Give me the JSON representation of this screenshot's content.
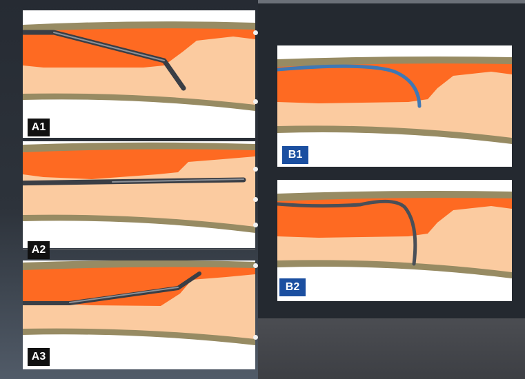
{
  "labels": {
    "a1": "A1",
    "a2": "A2",
    "a3": "A3",
    "b1": "B1",
    "b2": "B2"
  },
  "colors": {
    "vessel_wall": "#978b63",
    "vessel_lumen": "#fbcba0",
    "occlusion": "#fe6a22",
    "wire_gray": "#4a4f57",
    "wire_blue": "#3f78b5",
    "label_dark": "#111111",
    "label_blue": "#1b4fa0"
  }
}
